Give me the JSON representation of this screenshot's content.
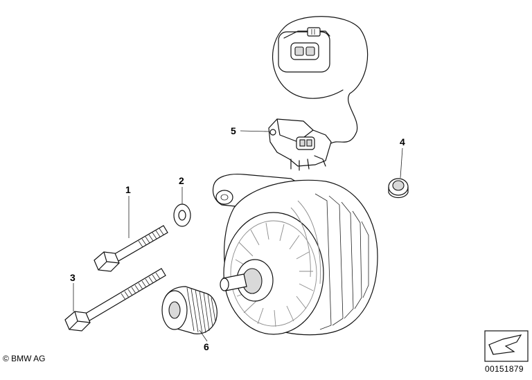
{
  "callouts": [
    {
      "id": "bolt-1",
      "label": "1"
    },
    {
      "id": "washer-2",
      "label": "2"
    },
    {
      "id": "bolt-3",
      "label": "3"
    },
    {
      "id": "nut-4",
      "label": "4"
    },
    {
      "id": "regulator-5",
      "label": "5"
    },
    {
      "id": "pulley-6",
      "label": "6"
    }
  ],
  "footer": {
    "copyright": "© BMW AG",
    "document_number": "00151879"
  },
  "icons": {
    "logo": "bmw-copyright-mark",
    "corner": "arrow-selector-icon"
  }
}
